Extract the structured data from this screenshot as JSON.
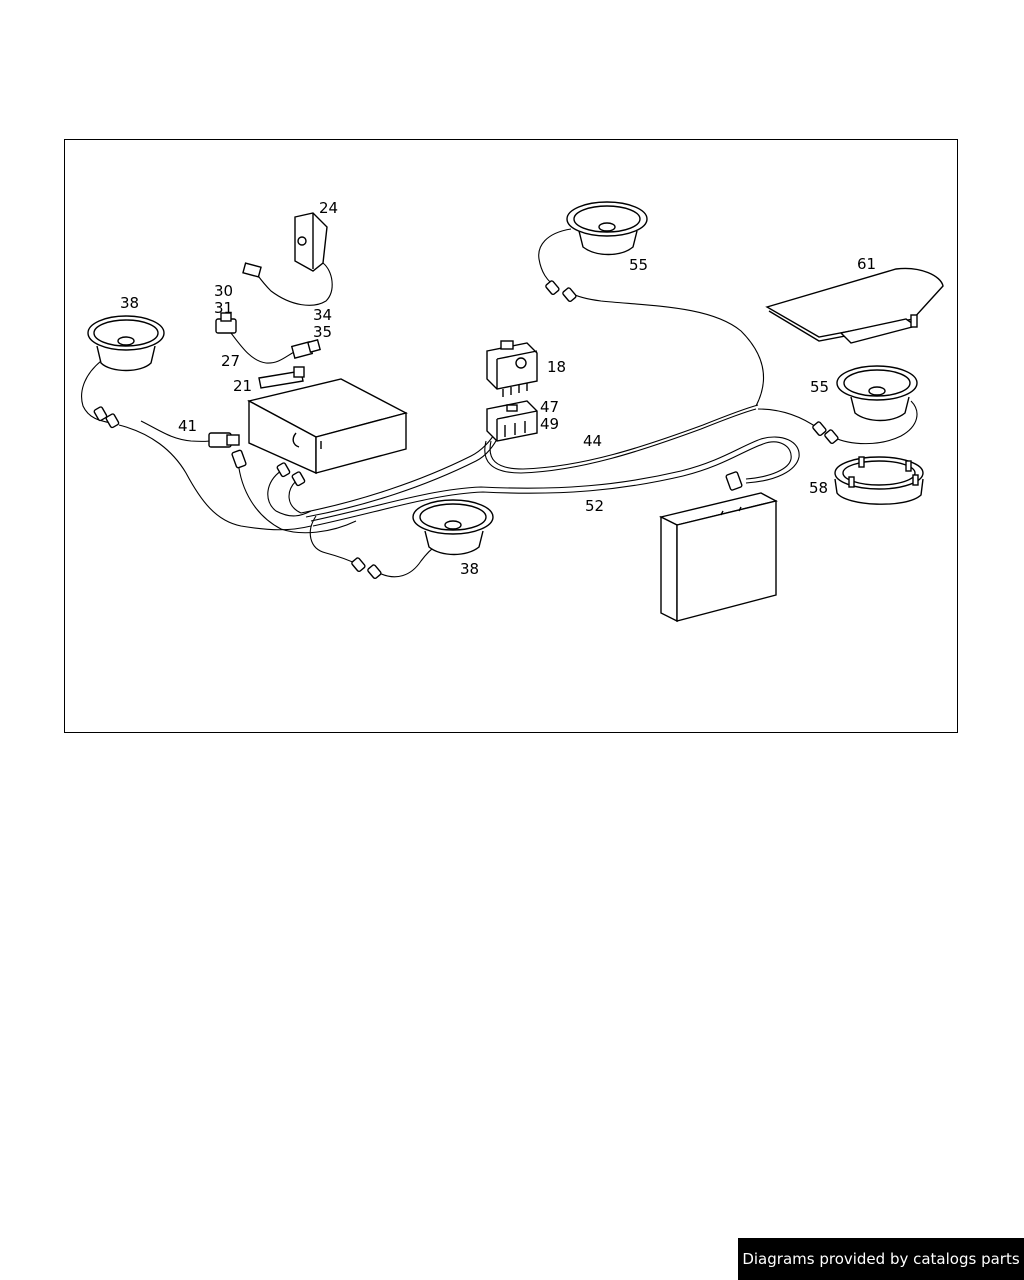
{
  "diagram": {
    "callouts": [
      {
        "id": "c24",
        "text": "24"
      },
      {
        "id": "c30",
        "text": "30"
      },
      {
        "id": "c31",
        "text": "31"
      },
      {
        "id": "c34",
        "text": "34"
      },
      {
        "id": "c35",
        "text": "35"
      },
      {
        "id": "c27",
        "text": "27"
      },
      {
        "id": "c21",
        "text": "21"
      },
      {
        "id": "c38a",
        "text": "38"
      },
      {
        "id": "c41",
        "text": "41"
      },
      {
        "id": "c18",
        "text": "18"
      },
      {
        "id": "c47",
        "text": "47"
      },
      {
        "id": "c49",
        "text": "49"
      },
      {
        "id": "c44",
        "text": "44"
      },
      {
        "id": "c52",
        "text": "52"
      },
      {
        "id": "c55a",
        "text": "55"
      },
      {
        "id": "c61",
        "text": "61"
      },
      {
        "id": "c55b",
        "text": "55"
      },
      {
        "id": "c58",
        "text": "58"
      },
      {
        "id": "c38b",
        "text": "38"
      }
    ]
  },
  "footer": {
    "credit": "Diagrams provided by catalogs parts"
  }
}
